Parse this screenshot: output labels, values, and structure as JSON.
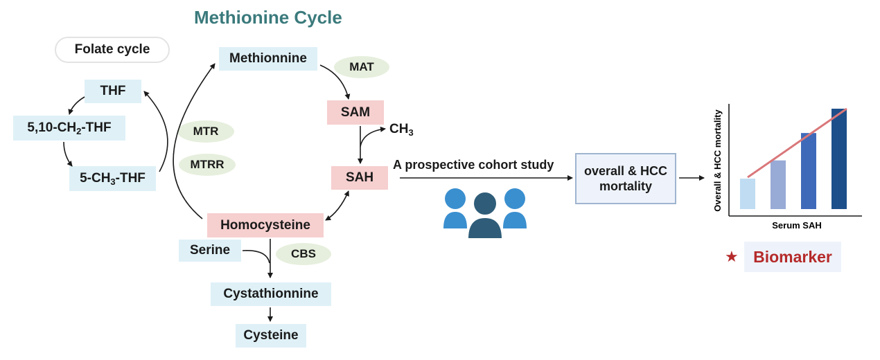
{
  "title": "Methionine Cycle",
  "folate_cycle": {
    "label": "Folate cycle",
    "thf": "THF",
    "methylene_thf": {
      "prefix": "5,10-CH",
      "sub": "2",
      "suffix": "-THF"
    },
    "methyl_thf": {
      "prefix": "5-CH",
      "sub": "3",
      "suffix": "-THF"
    }
  },
  "methionine_cycle": {
    "methionine": "Methionnine",
    "sam": "SAM",
    "sah": "SAH",
    "homocysteine": "Homocysteine",
    "ch3": {
      "prefix": "CH",
      "sub": "3"
    }
  },
  "enzymes": {
    "mat": "MAT",
    "mtr": "MTR",
    "mtrr": "MTRR",
    "cbs": "CBS"
  },
  "transsulfuration": {
    "serine": "Serine",
    "cystathionine": "Cystathionnine",
    "cysteine": "Cysteine"
  },
  "study": {
    "label": "A prospective cohort study",
    "outcome_line1": "overall & HCC",
    "outcome_line2": "mortality"
  },
  "chart_data": {
    "type": "bar",
    "xlabel": "Serum SAH",
    "ylabel": "Overall & HCC mortality",
    "values": [
      1,
      1.6,
      2.5,
      3.3
    ],
    "ylim": [
      0,
      3.3
    ],
    "bar_colors": [
      "#bfdcf2",
      "#98aad6",
      "#3f6ab9",
      "#1d4f8a"
    ],
    "trend_color": "#d9777a"
  },
  "biomarker": "Biomarker",
  "colors": {
    "title": "#3b7a7c",
    "cyan_box": "#dff1f7",
    "pink_box": "#f6cfcf",
    "enzyme_ellipse": "#e6efdd",
    "people_light": "#3a8fcf",
    "people_dark": "#2f5d79",
    "biomarker": "#b52a2a"
  }
}
